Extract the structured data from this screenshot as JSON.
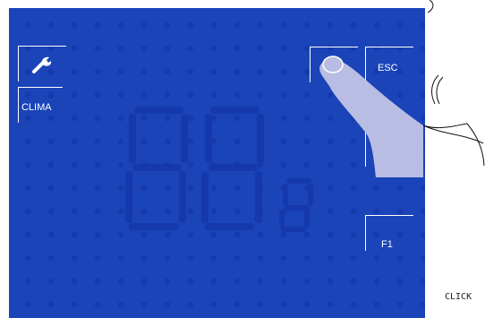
{
  "panel": {
    "background": "#1a44b8",
    "buttons": {
      "settings": {
        "icon": "wrench-icon"
      },
      "clima": {
        "label": "CLIMA"
      },
      "touch": {
        "label": ""
      },
      "esc": {
        "label": "ESC"
      },
      "phone": {
        "icon": "phone-icon"
      },
      "f1": {
        "label": "F1"
      }
    }
  },
  "annotation": {
    "click_label": "CLICK"
  }
}
